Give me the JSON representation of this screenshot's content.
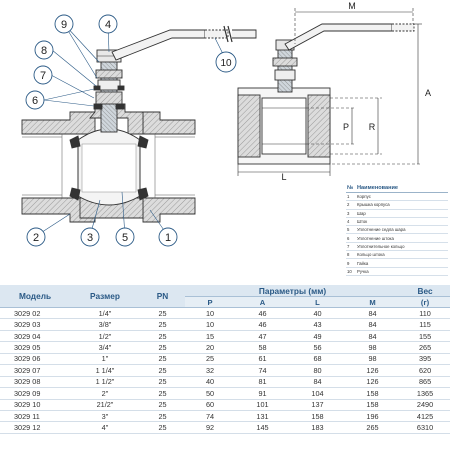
{
  "callouts": {
    "c1": "1",
    "c2": "2",
    "c3": "3",
    "c4": "4",
    "c5": "5",
    "c6": "6",
    "c7": "7",
    "c8": "8",
    "c9": "9",
    "c10": "10"
  },
  "dims": {
    "M": "M",
    "A": "A",
    "L": "L",
    "P": "P",
    "R": "R"
  },
  "legend": {
    "header": {
      "num": "№",
      "name": "Наименование"
    },
    "items": [
      {
        "n": "1",
        "t": "Корпус"
      },
      {
        "n": "2",
        "t": "Крышка корпуса"
      },
      {
        "n": "3",
        "t": "Шар"
      },
      {
        "n": "4",
        "t": "Шток"
      },
      {
        "n": "5",
        "t": "Уплотнение седла шара"
      },
      {
        "n": "6",
        "t": "Уплотнение штока"
      },
      {
        "n": "7",
        "t": "Уплотнительное кольцо"
      },
      {
        "n": "8",
        "t": "Кольцо штока"
      },
      {
        "n": "9",
        "t": "Гайка"
      },
      {
        "n": "10",
        "t": "Ручка"
      }
    ]
  },
  "table": {
    "headers": {
      "model": "Модель",
      "size": "Размер",
      "pn": "PN",
      "params": "Параметры (мм)",
      "weight": "Вес",
      "weight_unit": "(г)"
    },
    "subheaders": [
      "P",
      "A",
      "L",
      "M"
    ],
    "rows": [
      [
        "3029 02",
        "1/4\"",
        "25",
        "10",
        "46",
        "40",
        "84",
        "110"
      ],
      [
        "3029 03",
        "3/8\"",
        "25",
        "10",
        "46",
        "43",
        "84",
        "115"
      ],
      [
        "3029 04",
        "1/2\"",
        "25",
        "15",
        "47",
        "49",
        "84",
        "155"
      ],
      [
        "3029 05",
        "3/4\"",
        "25",
        "20",
        "58",
        "56",
        "98",
        "265"
      ],
      [
        "3029 06",
        "1\"",
        "25",
        "25",
        "61",
        "68",
        "98",
        "395"
      ],
      [
        "3029 07",
        "1 1/4\"",
        "25",
        "32",
        "74",
        "80",
        "126",
        "620"
      ],
      [
        "3029 08",
        "1 1/2\"",
        "25",
        "40",
        "81",
        "84",
        "126",
        "865"
      ],
      [
        "3029 09",
        "2\"",
        "25",
        "50",
        "91",
        "104",
        "158",
        "1365"
      ],
      [
        "3029 10",
        "21/2\"",
        "25",
        "60",
        "101",
        "137",
        "158",
        "2490"
      ],
      [
        "3029 11",
        "3\"",
        "25",
        "74",
        "131",
        "158",
        "196",
        "4125"
      ],
      [
        "3029 12",
        "4\"",
        "25",
        "92",
        "145",
        "183",
        "265",
        "6310"
      ]
    ]
  }
}
